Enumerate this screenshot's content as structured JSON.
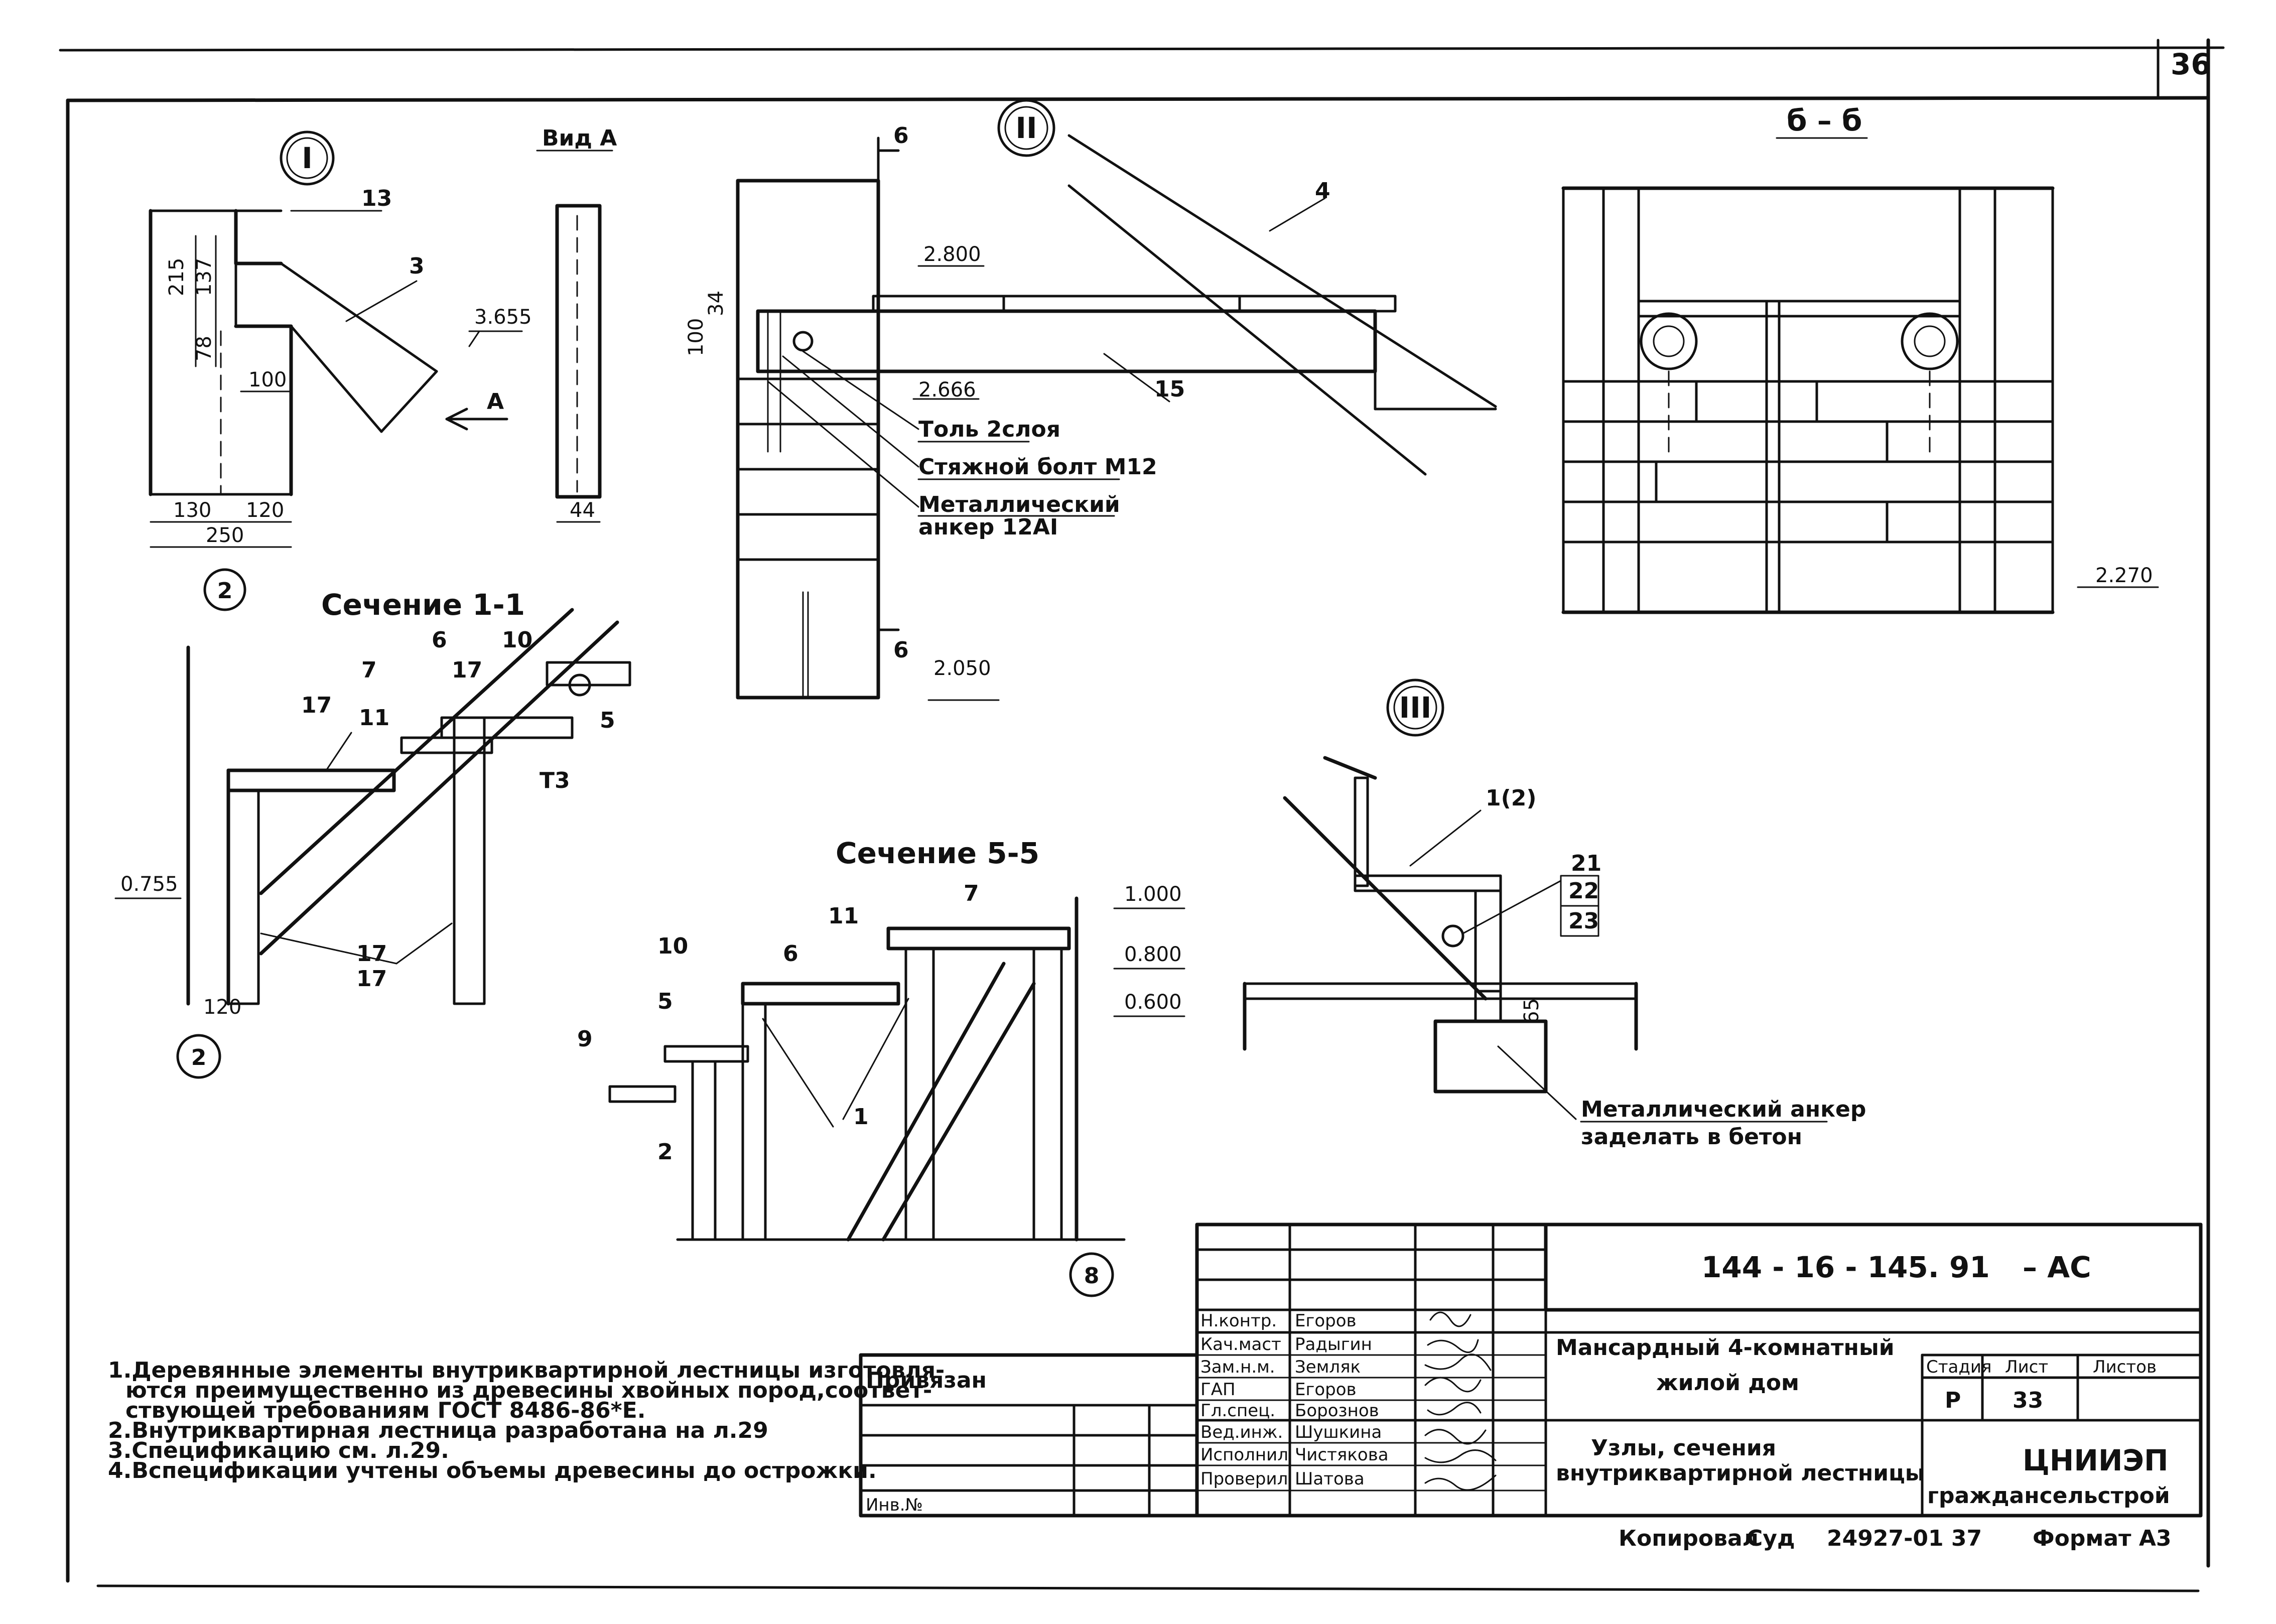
{
  "sheet_number": "36",
  "views": {
    "node1": {
      "marker": "I",
      "dims": [
        "215",
        "137",
        "78",
        "100",
        "130",
        "120",
        "250"
      ],
      "labels": [
        "13",
        "3",
        "2"
      ],
      "level": "3.655",
      "view_arrow": "А"
    },
    "view_a": {
      "title": "Вид А",
      "dim": "44"
    },
    "node2": {
      "marker": "II",
      "section_mark": "6",
      "levels": [
        "2.800",
        "2.666",
        "2.050"
      ],
      "dims": [
        "34",
        "100"
      ],
      "labels": [
        "4",
        "15"
      ],
      "callouts": [
        "Толь 2слоя",
        "Стяжной болт М12",
        "Металлический",
        "анкер 12АI"
      ]
    },
    "section_b": {
      "title": "б – б",
      "level": "2.270"
    },
    "section_11": {
      "title": "Сечение 1-1",
      "labels": [
        "7",
        "6",
        "10",
        "17",
        "11",
        "17",
        "5",
        "Т3",
        "17",
        "17"
      ],
      "level": "0.755",
      "dim": "120",
      "axis": "2"
    },
    "section_55": {
      "title": "Сечение 5-5",
      "labels": [
        "7",
        "11",
        "10",
        "6",
        "5",
        "9",
        "2",
        "1"
      ],
      "levels": [
        "1.000",
        "0.800",
        "0.600"
      ],
      "axis": "8"
    },
    "node3": {
      "marker": "III",
      "labels": [
        "1(2)",
        "21",
        "22",
        "23"
      ],
      "dim": "65",
      "callout": [
        "Металлический анкер",
        "заделать в бетон"
      ]
    }
  },
  "notes": [
    "1.Деревянные элементы внутриквартирной лестницы изготовля-",
    "ются преимущественно из древесины хвойных пород,соответ-",
    "ствующей требованиям ГОСТ 8486-86*Е.",
    "2.Внутриквартирная лестница разработана на л.29",
    "3.Спецификацию см. л.29.",
    "4.Вспецификации учтены объемы древесины до острожки."
  ],
  "binding": {
    "privyazan": "Привязан",
    "inv_no": "Инв.№"
  },
  "title_block": {
    "doc_code": "144 - 16 - 145. 91",
    "doc_suffix": "– АС",
    "roles": [
      "Н.контр.",
      "Кач.маст",
      "Зам.н.м.",
      "ГАП",
      "Гл.спец.",
      "Вед.инж.",
      "Исполнил",
      "Проверил"
    ],
    "names": [
      "Егоров",
      "Радыгин",
      "Земляк",
      "Егоров",
      "Борознов",
      "Шушкина",
      "Чистякова",
      "Шатова"
    ],
    "project_line1": "Мансардный 4-комнатный",
    "project_line2": "жилой дом",
    "sheet_title_line1": "Узлы, сечения",
    "sheet_title_line2": "внутриквартирной лестницы",
    "stage_header": "Стадия",
    "sheet_header": "Лист",
    "sheets_header": "Листов",
    "stage": "Р",
    "sheet": "33",
    "org_line1": "ЦНИИЭП",
    "org_line2": "граждансельстрой"
  },
  "footer": {
    "copied": "Копировал",
    "copied_sign": "Суд",
    "code": "24927-01 37",
    "format": "Формат А3"
  }
}
